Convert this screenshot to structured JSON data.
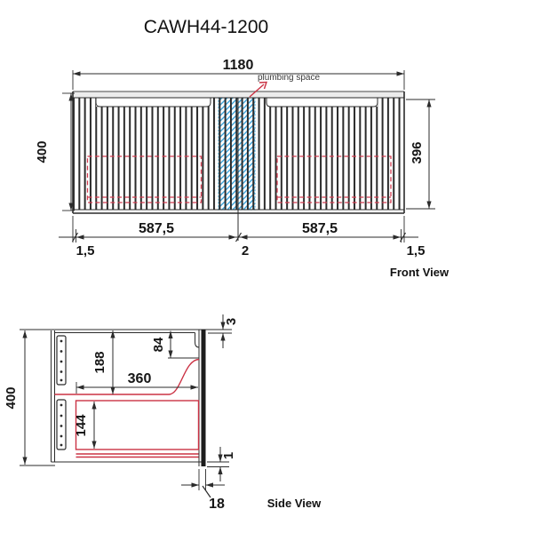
{
  "title": "CAWH44-1200",
  "front": {
    "label": "Front View",
    "plumbing_label": "plumbing space",
    "dim_width_total": "1180",
    "dim_height_overall": "400",
    "dim_height_door": "396",
    "dim_door_left": "587,5",
    "dim_door_right": "587,5",
    "dim_gap_left": "1,5",
    "dim_gap_center": "2",
    "dim_gap_right": "1,5"
  },
  "side": {
    "label": "Side View",
    "dim_height_overall": "400",
    "dim_drawer_top_offset": "188",
    "dim_handle_recess_depth": "84",
    "dim_drawer_length": "360",
    "dim_drawer_inner_height": "144",
    "dim_top_overhang": "3",
    "dim_bottom_overhang": "1",
    "dim_front_panel_thickness": "18"
  },
  "colors": {
    "line": "#2b2b2b",
    "red_accent": "#cb3244",
    "blue_hatch": "#3aa2d9",
    "blue_border": "#5fb9e6",
    "rail_fill": "#ececec"
  }
}
